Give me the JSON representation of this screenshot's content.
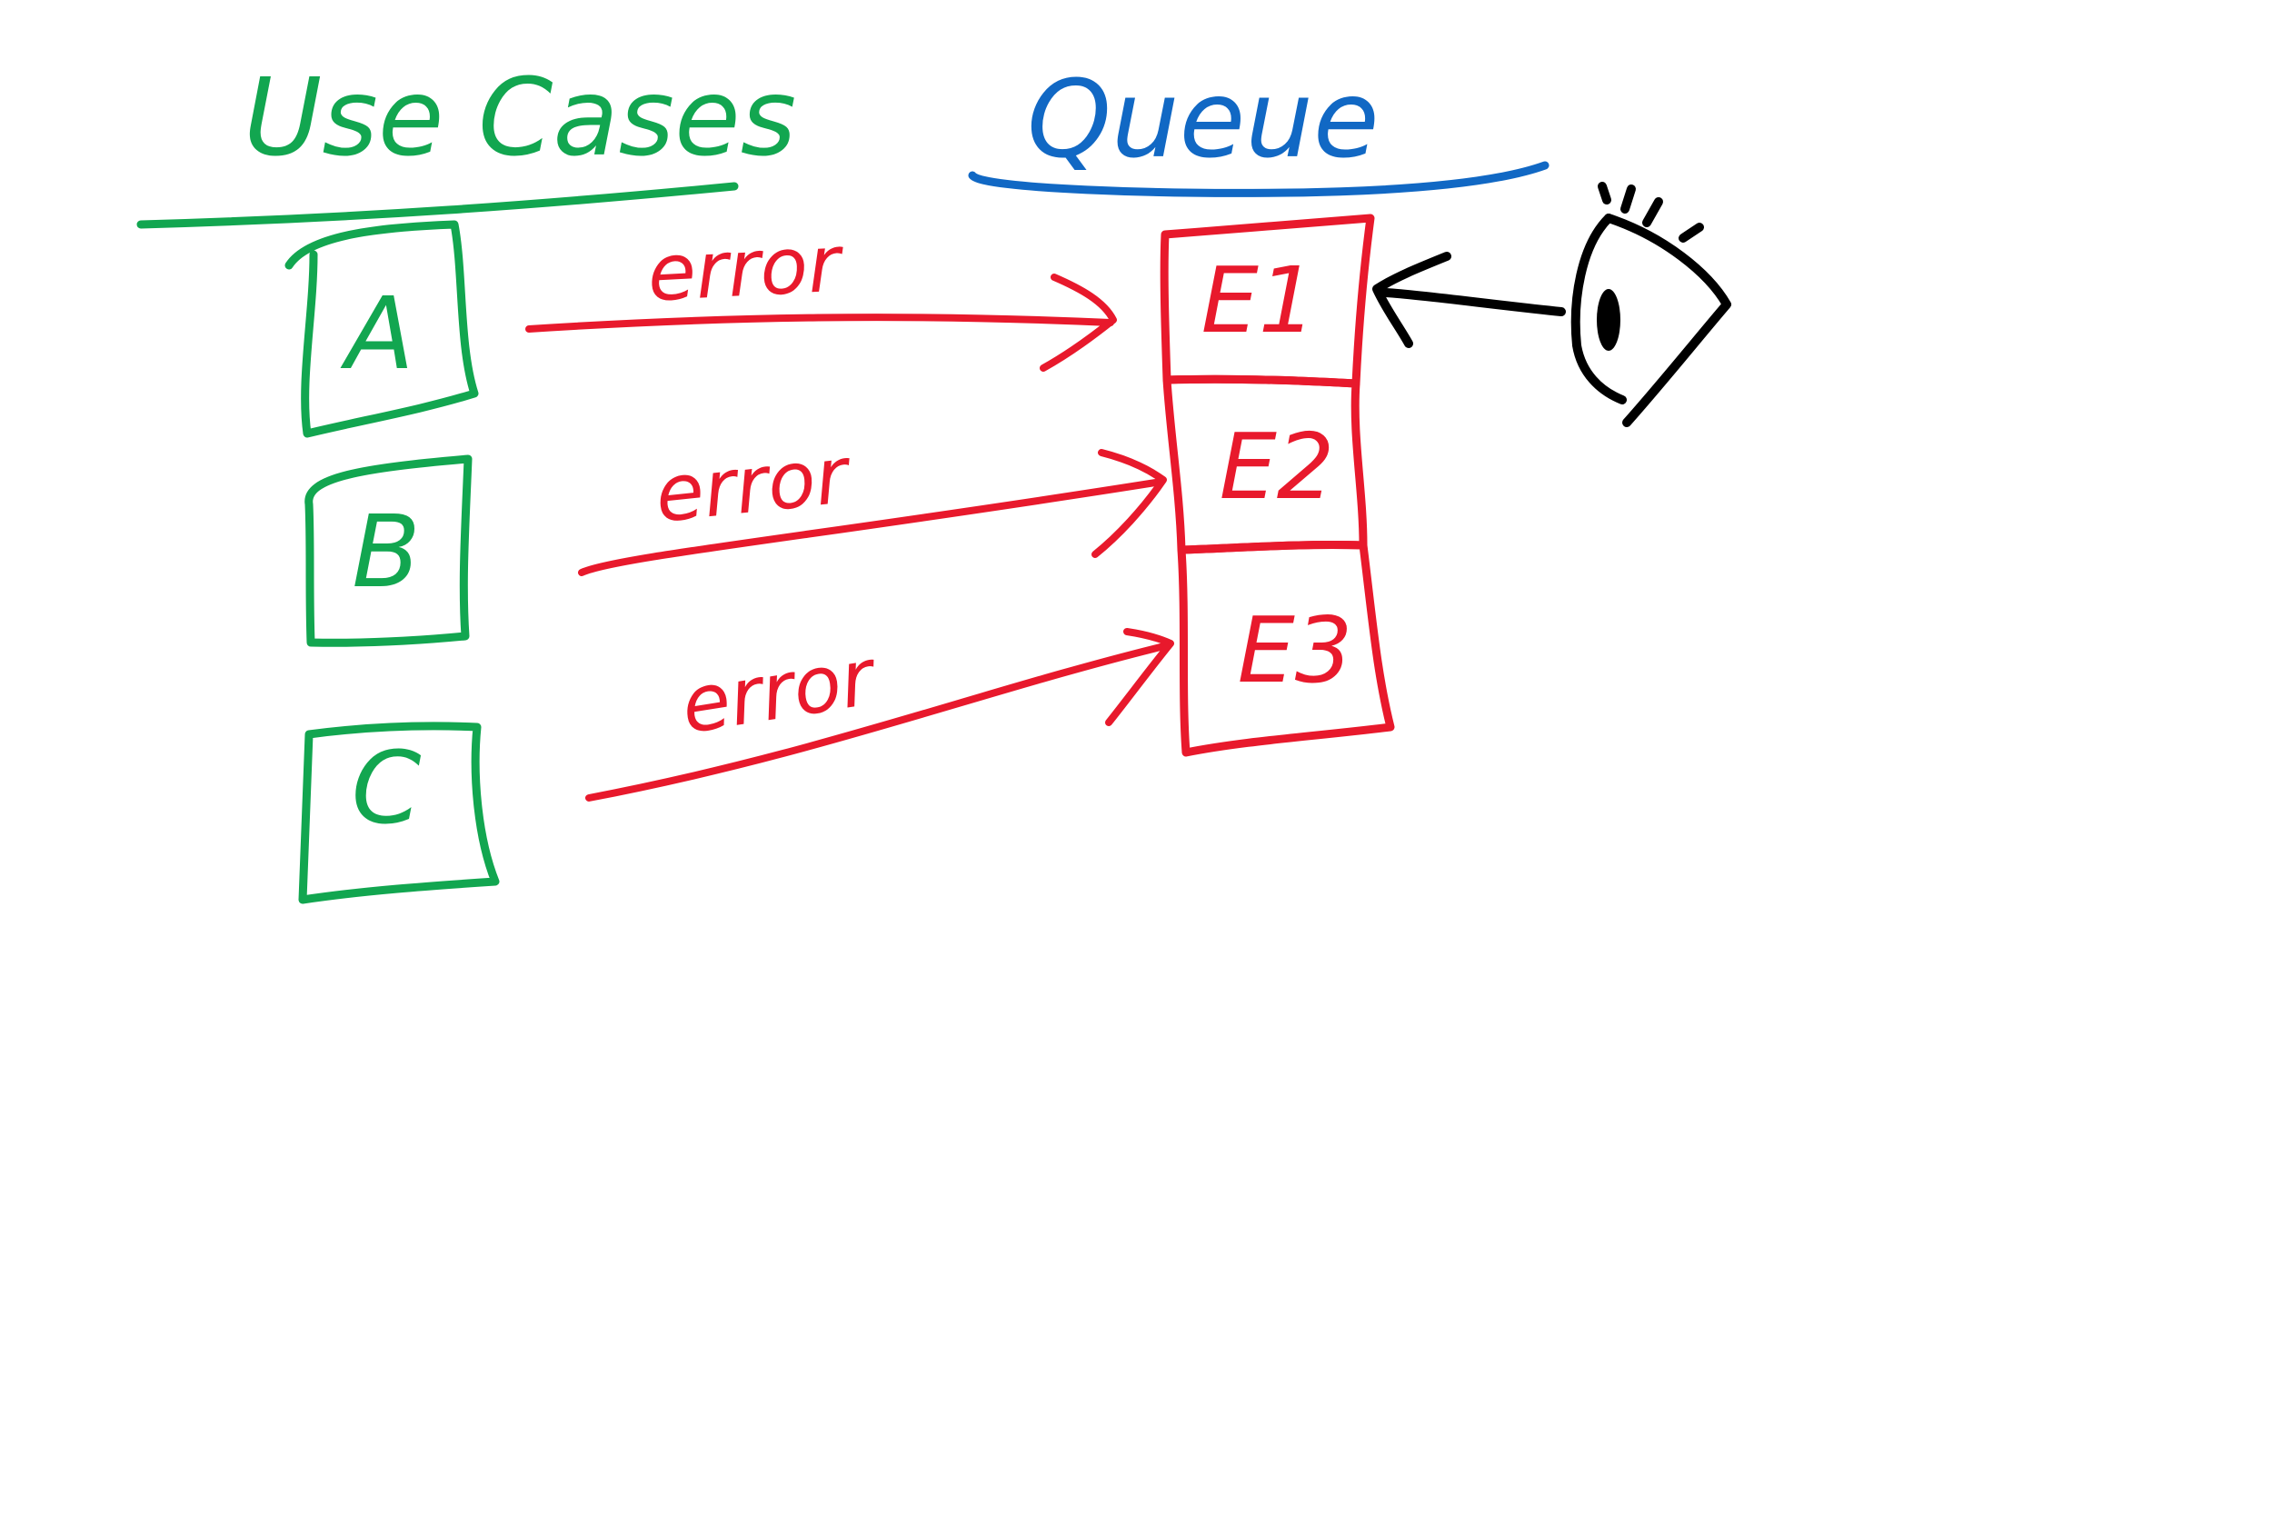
{
  "colors": {
    "green": "#12a650",
    "blue": "#1168c4",
    "red": "#e8192c",
    "black": "#000000",
    "background": "#ffffff"
  },
  "headings": {
    "use_cases": "Use Cases",
    "queue": "Queue"
  },
  "use_cases": [
    {
      "label": "A"
    },
    {
      "label": "B"
    },
    {
      "label": "C"
    }
  ],
  "queue_items": [
    {
      "label": "E1"
    },
    {
      "label": "E2"
    },
    {
      "label": "E3"
    }
  ],
  "arrows": [
    {
      "label": "error"
    },
    {
      "label": "error"
    },
    {
      "label": "error"
    }
  ],
  "observer": {
    "icon": "eye-icon"
  }
}
